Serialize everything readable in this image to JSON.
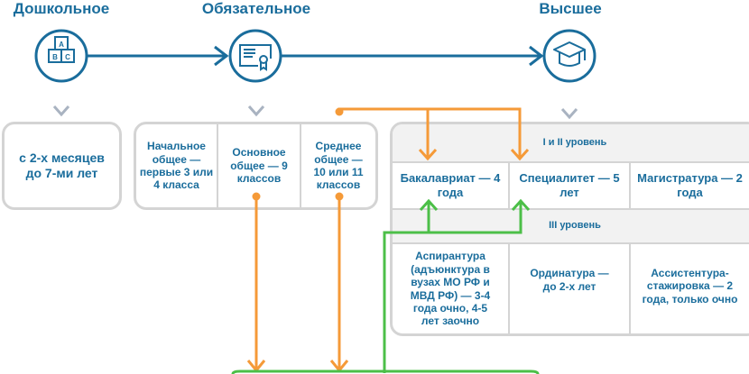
{
  "levels": {
    "preschool": {
      "title": "Дошкольное",
      "icon": "abc-blocks-icon",
      "box_text": "с 2-х месяцев до 7-ми лет"
    },
    "compulsory": {
      "title": "Обязательное",
      "icon": "certificate-icon",
      "stages": [
        {
          "text": "Начальное общее — первые 3 или 4 класса"
        },
        {
          "text": "Основное общее — 9 классов"
        },
        {
          "text": "Среднее общее — 10 или 11 классов"
        }
      ]
    },
    "higher": {
      "title": "Высшее",
      "icon": "graduation-cap-icon",
      "tier1_header": "I и II уровень",
      "tier1": [
        {
          "text": "Бакалавриат — 4 года"
        },
        {
          "text": "Специалитет — 5 лет"
        },
        {
          "text": "Магистратура — 2 года"
        }
      ],
      "tier2_header": "III уровень",
      "tier2": [
        {
          "text": "Аспирантура (адъюнктура в вузах МО РФ и МВД РФ) — 3-4 года очно, 4-5 лет заочно"
        },
        {
          "text": "Ординатура — до 2-х лет"
        },
        {
          "text": "Ассистентура-стажировка — 2 года, только очно"
        }
      ]
    }
  },
  "colors": {
    "primary_blue": "#1a6d9c",
    "grey_arrow": "#a9b3c1",
    "orange_flow": "#f59a38",
    "green_flow": "#4cbf48",
    "border": "#d4d4d4",
    "header_bg": "#f2f2f2"
  }
}
